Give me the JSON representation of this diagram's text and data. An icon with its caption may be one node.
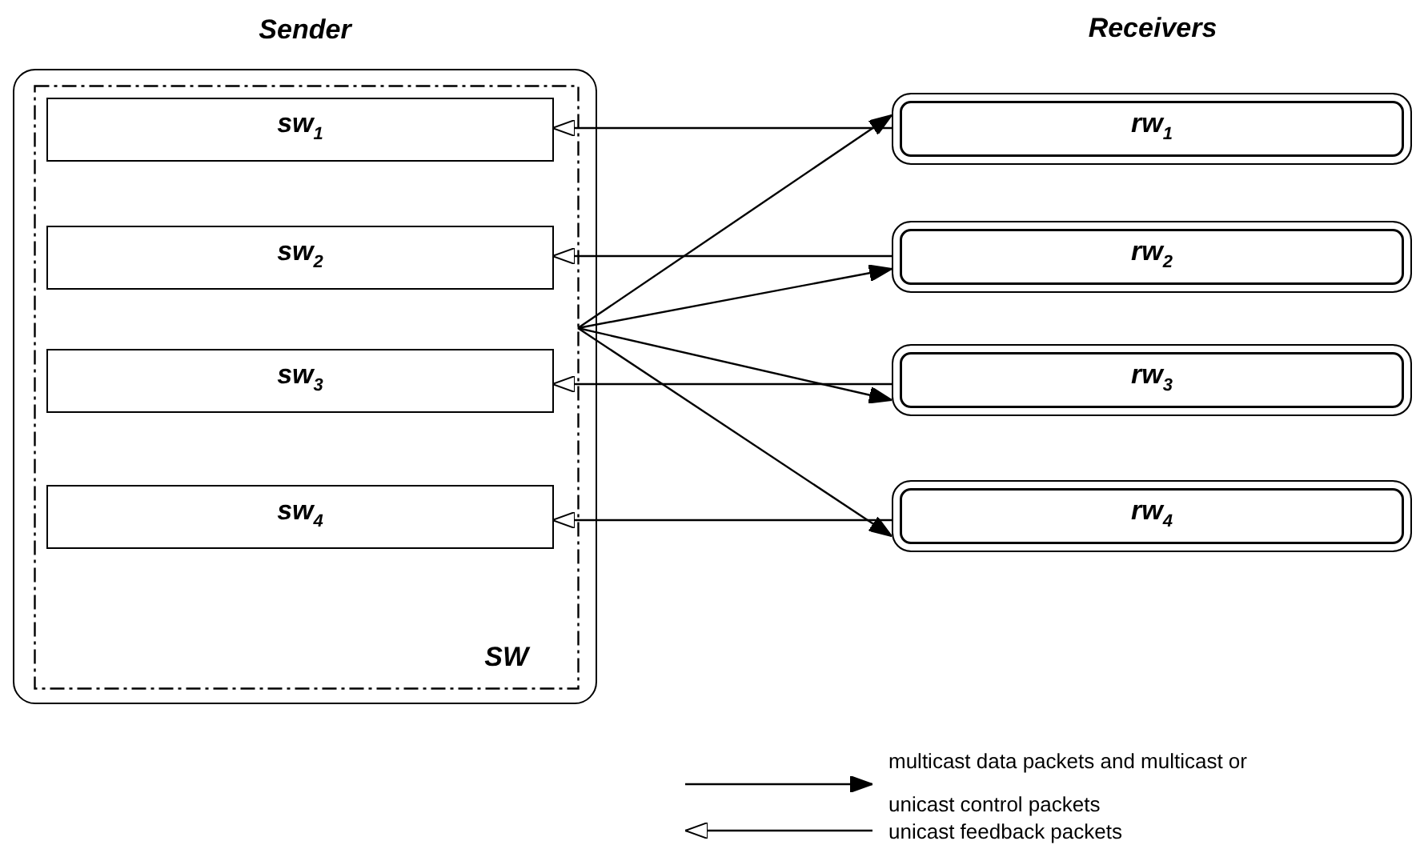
{
  "diagram": {
    "nodes": [
      {
        "text": [
          "Sender"
        ]
      },
      {
        "text": [
          "SW"
        ],
        "in": 0
      },
      {
        "text": [
          "sw$_{1}$"
        ],
        "in": 1
      },
      {
        "text": [
          "sw$_{2}$"
        ],
        "in": 1
      },
      {
        "text": [
          "sw$_{3}$"
        ],
        "in": 1
      },
      {
        "text": [
          "sw$_{4}$"
        ],
        "in": 1
      },
      {
        "text": [
          "rw$_{1}$"
        ]
      },
      {
        "text": [
          "rw$_{2}$"
        ]
      },
      {
        "text": [
          "rw$_{3}$"
        ]
      },
      {
        "text": [
          "rw$_{4}$"
        ]
      }
    ],
    "edges": [
      {
        "from": 1,
        "to": 6,
        "arrow": "to"
      },
      {
        "from": 1,
        "to": 7,
        "arrow": "to"
      },
      {
        "from": 1,
        "to": 8,
        "arrow": "to"
      },
      {
        "from": 1,
        "to": 9,
        "arrow": "to"
      },
      {
        "from": 6,
        "to": 2,
        "arrow": "to"
      },
      {
        "from": 7,
        "to": 3,
        "arrow": "to"
      },
      {
        "from": 8,
        "to": 4,
        "arrow": "to"
      },
      {
        "from": 9,
        "to": 5,
        "arrow": "to"
      }
    ],
    "labels": [
      "Receivers"
    ],
    "legend": [
      {
        "text": "multicast data packets and multicast or unicast control packets"
      },
      {
        "text": "unicast feedback packets"
      }
    ]
  }
}
